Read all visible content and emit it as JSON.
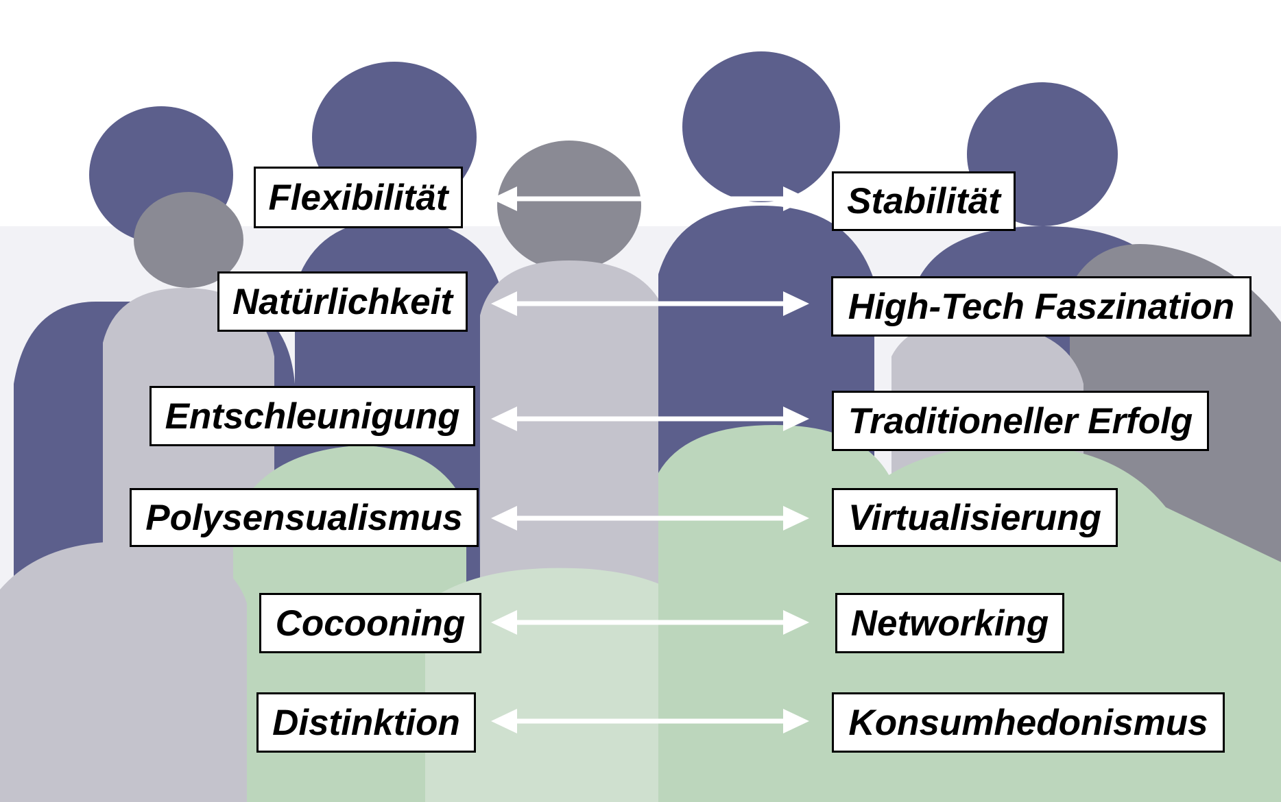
{
  "pairs": [
    {
      "left": "Flexibilität",
      "right": "Stabilität"
    },
    {
      "left": "Natürlichkeit",
      "right": "High-Tech Faszination"
    },
    {
      "left": "Entschleunigung",
      "right": "Traditioneller Erfolg"
    },
    {
      "left": "Polysensualismus",
      "right": "Virtualisierung"
    },
    {
      "left": "Cocooning",
      "right": "Networking"
    },
    {
      "left": "Distinktion",
      "right": "Konsumhedonismus"
    }
  ],
  "colors": {
    "silhouette_dark": "#5c5f8c",
    "silhouette_grey": "#8a8a94",
    "silhouette_light": "#c4c3cc",
    "silhouette_green": "#bcd6bc",
    "arrow": "#ffffff"
  }
}
